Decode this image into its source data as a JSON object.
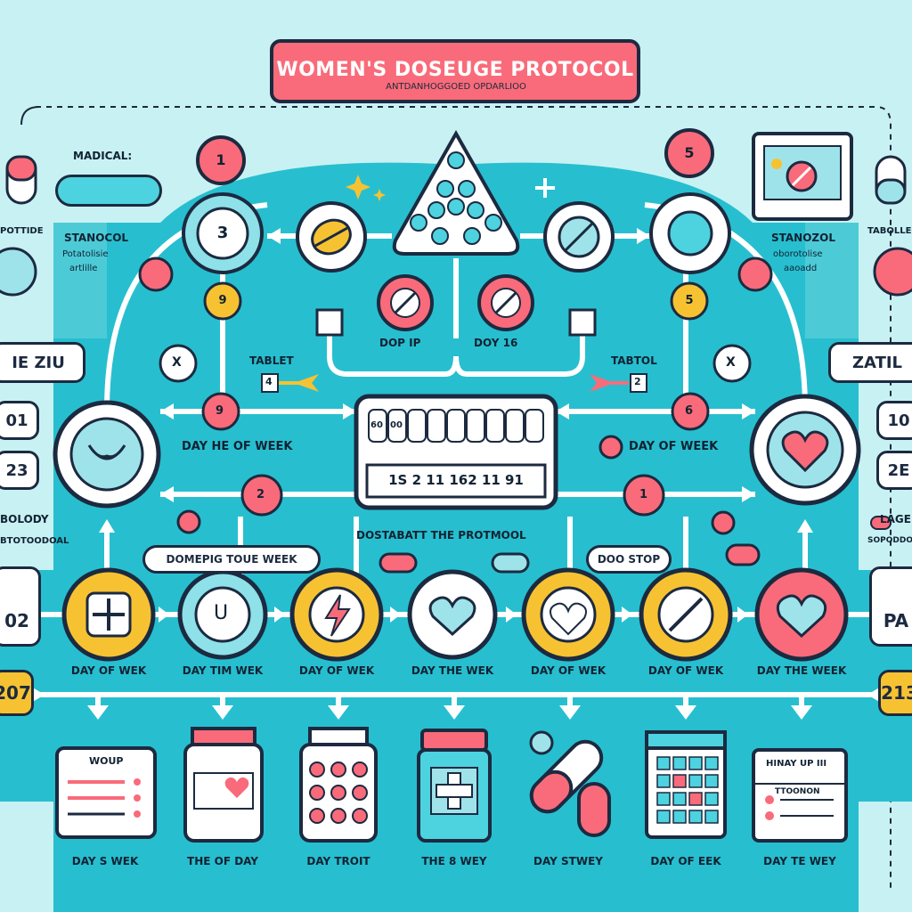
{
  "header": {
    "title": "WOMEN'S DOSEUGE PROTOCOL",
    "subtitle": "ANTDANHOGGOED OPDARLIOO"
  },
  "top_left": {
    "label": "MADICAL:",
    "circle_number": "1",
    "big_number": "3",
    "small_number": "9"
  },
  "top_right": {
    "circle_number": "5",
    "small_number": "5"
  },
  "side_text": {
    "left_title": "STANOCOL",
    "left_sub1": "Potatolisie",
    "left_sub2": "artlille",
    "right_title": "STANOZOL",
    "right_sub1": "oborotolise",
    "right_sub2": "aaoadd",
    "far_left": "POTTIDE",
    "far_right": "TABOLLE"
  },
  "edge_boxes": {
    "left_name": "IE ZIU",
    "right_name": "ZATIL",
    "left_num_a": "01",
    "left_num_b": "23",
    "right_num_a": "10",
    "right_num_b": "2E",
    "left_bottom_num": "02",
    "right_bottom_text": "PA",
    "left_yellow": "207",
    "right_yellow": "213"
  },
  "markers": {
    "x_left": "X",
    "x_right": "X",
    "red_left": "9",
    "red_right": "6",
    "red_mid_left": "2",
    "red_mid_right": "1"
  },
  "center": {
    "tablet_left": "TABLET",
    "tablet_right": "TABTOL",
    "arrow_left_num": "4",
    "arrow_right_num": "2",
    "dose_left": "DOP IP",
    "dose_right": "DOY 16",
    "day_week_left": "DAY HE OF WEEK",
    "day_week_right": "DAY OF WEEK",
    "calendar_top": [
      "60",
      "00",
      "",
      "",
      "",
      "",
      "",
      "",
      "",
      ""
    ],
    "calendar_bottom": "1S 2 11 162 11 91",
    "section_label": "DOSTABATT THE PROTMOOL",
    "badge_left": "DOMEPIG TOUE WEEK",
    "badge_right": "DOO STOP"
  },
  "left_labels": {
    "a": "BOLODY",
    "b": "BTOTOODOAL"
  },
  "right_labels": {
    "a": "LAGE",
    "b": "SOPODDOL"
  },
  "day_row": {
    "labels": [
      "DAY OF WEK",
      "DAY TIM WEK",
      "DAY OF WEK",
      "DAY THE WEK",
      "DAY OF WEK",
      "DAY OF WEK",
      "DAY THE WEEK"
    ]
  },
  "bottom_row": {
    "labels": [
      "DAY S WEK",
      "THE OF DAY",
      "DAY TROIT",
      "THE 8 WEY",
      "DAY STWEY",
      "DAY OF EEK",
      "DAY TE WEY"
    ],
    "card_left_title": "WOUP",
    "card_right_title": "HINAY UP III",
    "card_right_sub": "TTOONON"
  },
  "colors": {
    "background": "#c8f1f3",
    "teal": "#27bfcf",
    "navy": "#1c2a40",
    "coral": "#f96b7a",
    "yellow": "#f7c232",
    "light_teal": "#9fe3ea"
  }
}
